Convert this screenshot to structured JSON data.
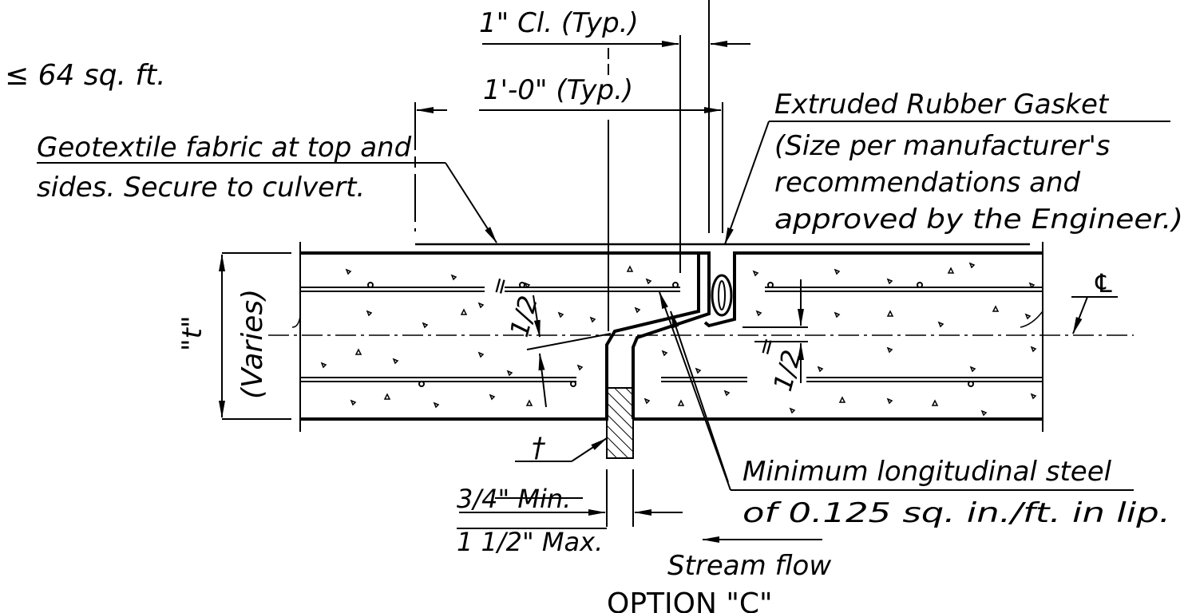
{
  "drawing": {
    "option_title": "OPTION \"C\"",
    "dims": {
      "cover": "1\" Cl. (Typ.)",
      "lap": "1'-0\" (Typ.)",
      "thickness_top": "\"t\"",
      "thickness_bottom": "(Varies)",
      "half_left": "1/2",
      "half_right": "1/2",
      "eq_marks": "=",
      "gap_min": "3/4\" Min.",
      "gap_max": "1 1/2\" Max."
    },
    "notes": {
      "area_limit": "≤ 64 sq. ft.",
      "geotextile_line1": "Geotextile fabric at top and",
      "geotextile_line2": "sides. Secure to culvert.",
      "gasket_line1": "Extruded Rubber Gasket",
      "gasket_line2": "(Size per manufacturer's",
      "gasket_line3": "recommendations and",
      "gasket_line4": "approved by the Engineer.)",
      "steel_line1": "Minimum longitudinal steel",
      "steel_line2": "of 0.125 sq. in./ft. in lip.",
      "stream_flow": "Stream flow",
      "centerline_symbol": "℄",
      "dagger": "†"
    }
  }
}
